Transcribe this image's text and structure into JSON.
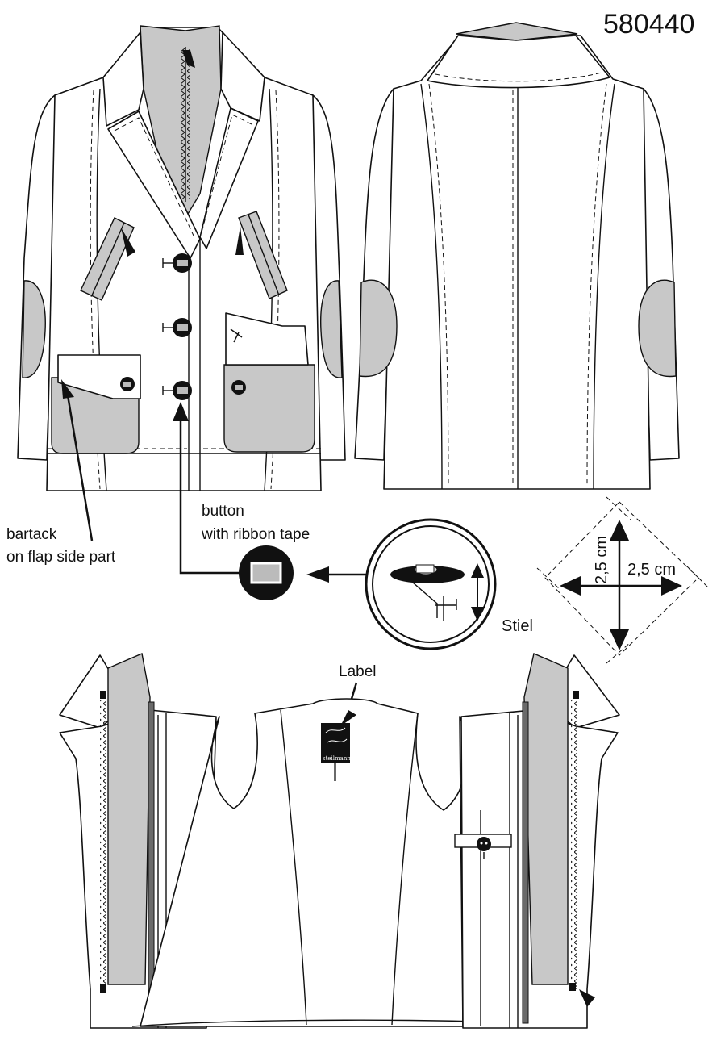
{
  "style_number": "580440",
  "annotations": {
    "bartack": [
      "bartack",
      "on flap side part"
    ],
    "button": [
      "button",
      "with ribbon tape"
    ],
    "stiel": "Stiel",
    "label": "Label",
    "dim_vertical": "2,5 cm",
    "dim_horizontal": "2,5 cm",
    "brand_tag": "steilmann"
  },
  "colors": {
    "outline": "#111111",
    "quilted_patch": "#c8c8c8",
    "lining_stripe": "#6a6a6a",
    "paper": "#ffffff"
  }
}
